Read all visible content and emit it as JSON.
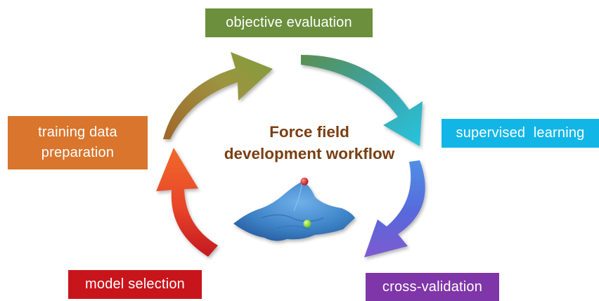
{
  "stages": {
    "objective_evaluation": "objective evaluation",
    "supervised_learning": "supervised  learning",
    "cross_validation": "cross-validation",
    "model_selection": "model selection",
    "training_data_line1": "training data",
    "training_data_line2": "preparation"
  },
  "center": {
    "title_line1": "Force field",
    "title_line2": "development workflow"
  },
  "colors": {
    "objective_evaluation": "#6b8f3d",
    "supervised_learning": "#12b6e6",
    "cross_validation": "#7f36a8",
    "model_selection": "#c8151b",
    "training_data_preparation": "#d9752c",
    "title": "#7a3e12",
    "surface": "#3f86c9",
    "max_point": "#e0141c",
    "min_point": "#7fe01c"
  },
  "icons": [
    "curved-arrow-icon",
    "potential-energy-surface-icon"
  ]
}
